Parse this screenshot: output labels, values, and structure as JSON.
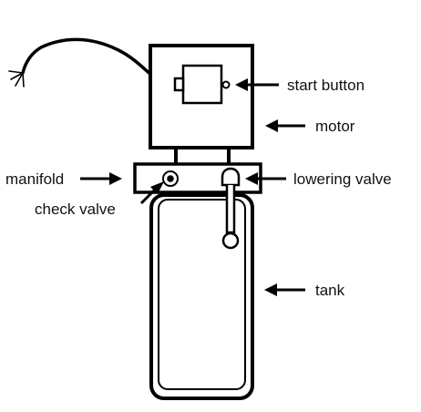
{
  "labels": {
    "start_button": "start button",
    "motor": "motor",
    "manifold": "manifold",
    "lowering_valve": "lowering valve",
    "check_valve": "check valve",
    "tank": "tank"
  },
  "colors": {
    "stroke": "#000000",
    "background": "#ffffff",
    "text": "#111111"
  }
}
